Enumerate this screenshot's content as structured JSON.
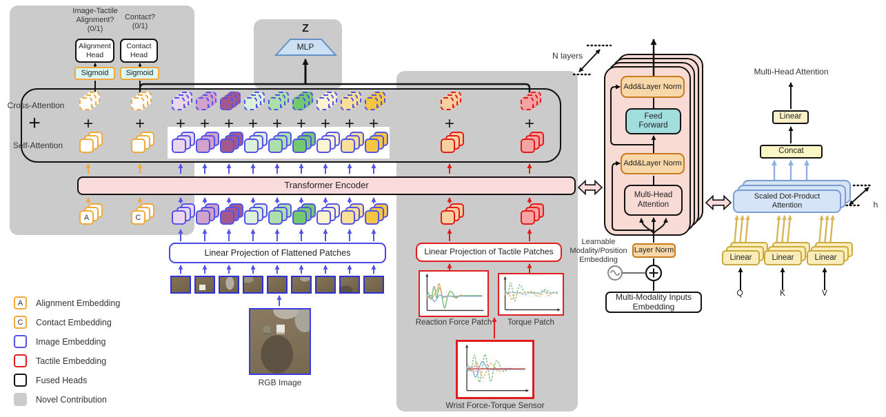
{
  "output": {
    "z": "Z",
    "mlp": "MLP"
  },
  "questions": {
    "alignment": [
      "Image-Tactile",
      "Alignment?",
      "(0/1)"
    ],
    "contact": [
      "Contact?",
      "(0/1)"
    ]
  },
  "heads": {
    "alignment": [
      "Alignment",
      "Head"
    ],
    "contact": [
      "Contact",
      "Head"
    ],
    "sigmoid": "Sigmoid"
  },
  "attention": {
    "cross": "Cross-Attention",
    "self": "Self-Attention",
    "plus": "+"
  },
  "encoder_bar": {
    "label": "Transformer Encoder"
  },
  "projection": {
    "image": "Linear Projection of Flattened Patches",
    "tactile": "Linear Projection of Tactile Patches"
  },
  "sources": {
    "rgb": "RGB Image",
    "reaction": "Reaction Force Patch",
    "torque": "Torque Patch",
    "wrist": "Wrist Force-Torque Sensor"
  },
  "tokens": {
    "letters": [
      "A",
      "C"
    ],
    "image_colors": [
      "#EBD7EA",
      "#D1A3CB",
      "#A4598C",
      "#DCF0DC",
      "#ADDFAD",
      "#72C972",
      "#FBF3D2",
      "#F9E09A",
      "#F5C544"
    ],
    "tactile_colors": [
      "#FAD0A0",
      "#F5A3A3"
    ],
    "alignment_border": "#F2A93B",
    "image_border": "#5353E8",
    "tactile_border": "#E11B1B"
  },
  "encoder_detail": {
    "n_layers": "N layers",
    "add_norm_top": "Add&Layer Norm",
    "add_norm_bottom": "Add&Layer Norm",
    "feed_forward": [
      "Feed",
      "Forward"
    ],
    "mha": [
      "Multi-Head",
      "Attention"
    ],
    "layer_norm": "Layer Norm",
    "learnable": [
      "Learnable",
      "Modality/Position",
      "Embedding"
    ],
    "mm_embed": [
      "Multi-Modality Inputs",
      "Embedding"
    ]
  },
  "mha_detail": {
    "title": "Multi-Head Attention",
    "linear": "Linear",
    "concat": "Concat",
    "sdpa": [
      "Scaled Dot-Product",
      "Attention"
    ],
    "qkv_linear": "Linear",
    "q": "Q",
    "k": "K",
    "v": "V",
    "h": "h"
  },
  "legend": {
    "items": [
      {
        "swatch": "letter",
        "letter": "A",
        "border": "#F2A93B",
        "label": "Alignment Embedding"
      },
      {
        "swatch": "letter",
        "letter": "C",
        "border": "#F2A93B",
        "label": "Contact Embedding"
      },
      {
        "swatch": "box",
        "border": "#5353E8",
        "label": "Image Embedding"
      },
      {
        "swatch": "box",
        "border": "#E11B1B",
        "label": "Tactile Embedding"
      },
      {
        "swatch": "box",
        "border": "#111111",
        "label": "Fused Heads"
      },
      {
        "swatch": "fill",
        "fill": "#CBCBCB",
        "label": "Novel Contribution"
      }
    ]
  },
  "colors": {
    "novel_contribution": "#CBCBCB",
    "encoder_pink": "#F9DBDB",
    "add_norm_fill": "#F8D8A8",
    "feed_forward_fill": "#A3DEDE",
    "mlp_fill": "#CCE0F4",
    "sdpa_fill": "#D5E4F6",
    "qkv_fill": "#FAEDB9"
  }
}
